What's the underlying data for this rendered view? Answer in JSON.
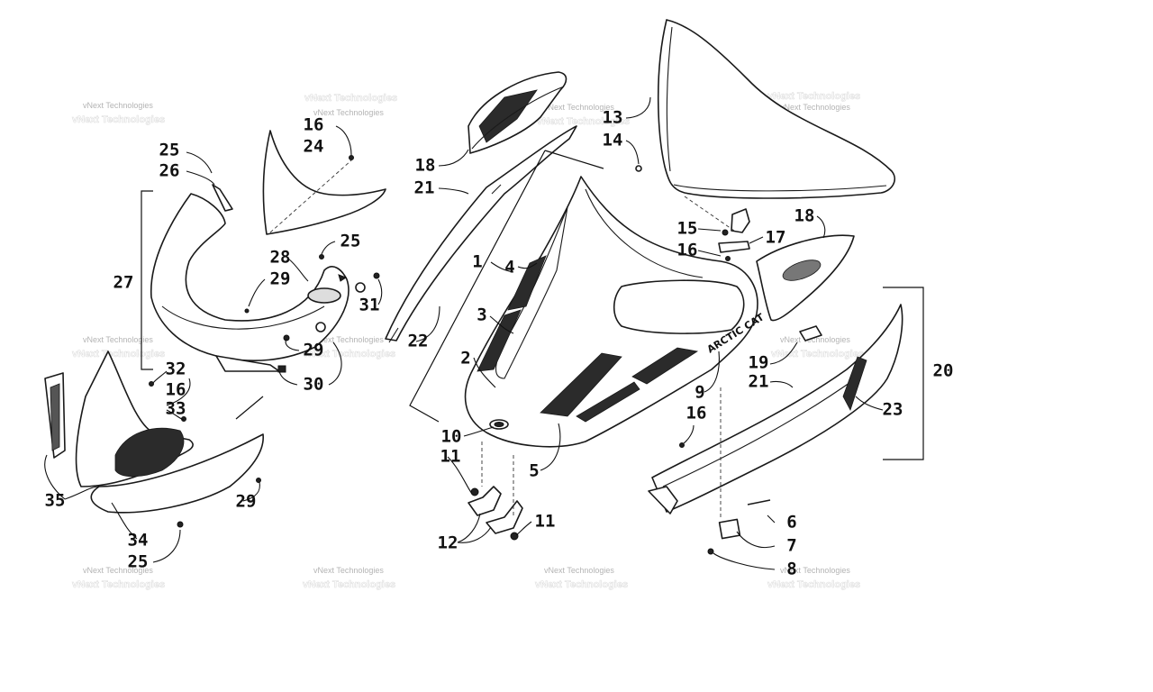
{
  "diagram": {
    "watermark_text": "vNext Technologies",
    "brand_text": "ARCTIC CAT",
    "callouts": [
      {
        "id": "c1",
        "label": "1"
      },
      {
        "id": "c2",
        "label": "2"
      },
      {
        "id": "c3",
        "label": "3"
      },
      {
        "id": "c4",
        "label": "4"
      },
      {
        "id": "c5",
        "label": "5"
      },
      {
        "id": "c6",
        "label": "6"
      },
      {
        "id": "c7",
        "label": "7"
      },
      {
        "id": "c8",
        "label": "8"
      },
      {
        "id": "c9",
        "label": "9"
      },
      {
        "id": "c10",
        "label": "10"
      },
      {
        "id": "c11a",
        "label": "11"
      },
      {
        "id": "c11b",
        "label": "11"
      },
      {
        "id": "c12",
        "label": "12"
      },
      {
        "id": "c13",
        "label": "13"
      },
      {
        "id": "c14",
        "label": "14"
      },
      {
        "id": "c15",
        "label": "15"
      },
      {
        "id": "c16a",
        "label": "16"
      },
      {
        "id": "c16b",
        "label": "16"
      },
      {
        "id": "c16c",
        "label": "16"
      },
      {
        "id": "c16d",
        "label": "16"
      },
      {
        "id": "c17",
        "label": "17"
      },
      {
        "id": "c18a",
        "label": "18"
      },
      {
        "id": "c18b",
        "label": "18"
      },
      {
        "id": "c19",
        "label": "19"
      },
      {
        "id": "c20",
        "label": "20"
      },
      {
        "id": "c21a",
        "label": "21"
      },
      {
        "id": "c21b",
        "label": "21"
      },
      {
        "id": "c22",
        "label": "22"
      },
      {
        "id": "c23",
        "label": "23"
      },
      {
        "id": "c24",
        "label": "24"
      },
      {
        "id": "c25a",
        "label": "25"
      },
      {
        "id": "c25b",
        "label": "25"
      },
      {
        "id": "c25c",
        "label": "25"
      },
      {
        "id": "c26",
        "label": "26"
      },
      {
        "id": "c27",
        "label": "27"
      },
      {
        "id": "c28",
        "label": "28"
      },
      {
        "id": "c29a",
        "label": "29"
      },
      {
        "id": "c29b",
        "label": "29"
      },
      {
        "id": "c29c",
        "label": "29"
      },
      {
        "id": "c30",
        "label": "30"
      },
      {
        "id": "c31",
        "label": "31"
      },
      {
        "id": "c32",
        "label": "32"
      },
      {
        "id": "c33",
        "label": "33"
      },
      {
        "id": "c34",
        "label": "34"
      },
      {
        "id": "c35",
        "label": "35"
      }
    ]
  }
}
